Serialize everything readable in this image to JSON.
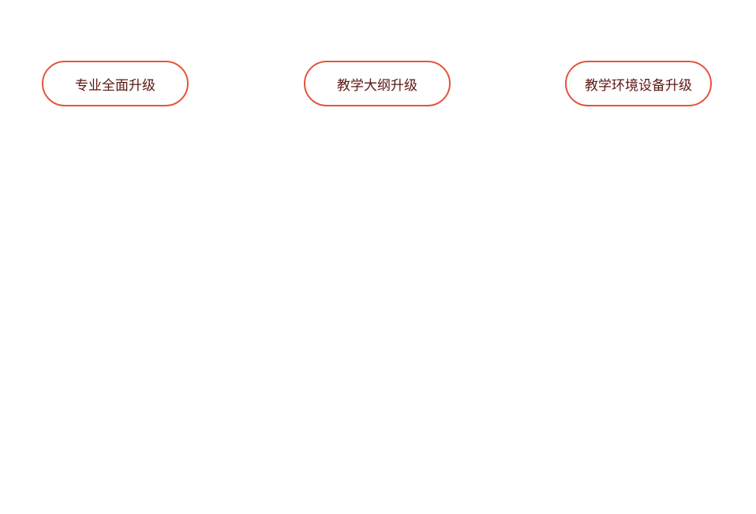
{
  "upgrade_options": [
    {
      "label": "专业全面升级"
    },
    {
      "label": "教学大纲升级"
    },
    {
      "label": "教学环境设备升级"
    }
  ],
  "colors": {
    "accent_border": "#e5533b",
    "label_text": "#5a1712",
    "background": "#ffffff"
  }
}
